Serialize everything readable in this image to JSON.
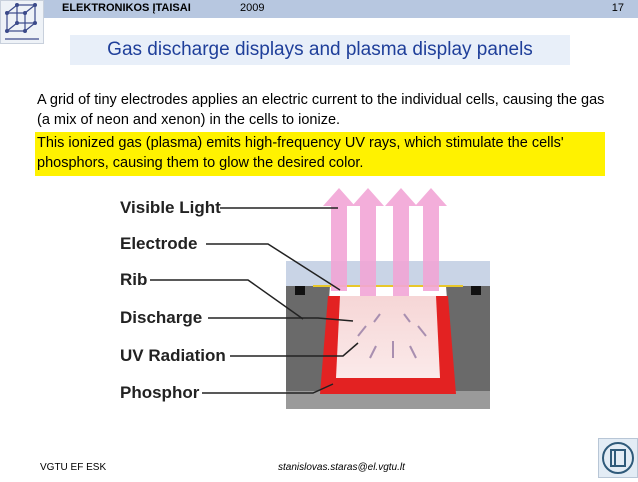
{
  "header": {
    "title": "ELEKTRONIKOS ĮTAISAI",
    "year": "2009",
    "page_number": "17"
  },
  "slide": {
    "title": "Gas discharge displays and plasma display panels",
    "paragraph1": "A grid of tiny electrodes applies an electric current to the individual cells, causing the gas (a mix of neon and xenon) in the cells to ionize.",
    "paragraph2": "This ionized gas (plasma) emits high-frequency UV rays, which stimulate the cells' phosphors, causing them to glow the desired color."
  },
  "diagram": {
    "labels": {
      "visible_light": "Visible Light",
      "electrode": "Electrode",
      "rib": "Rib",
      "discharge": "Discharge",
      "uv_radiation": "UV Radiation",
      "phosphor": "Phosphor"
    }
  },
  "footer": {
    "left": "VGTU EF ESK",
    "email": "stanislovas.staras@el.vgtu.lt"
  }
}
